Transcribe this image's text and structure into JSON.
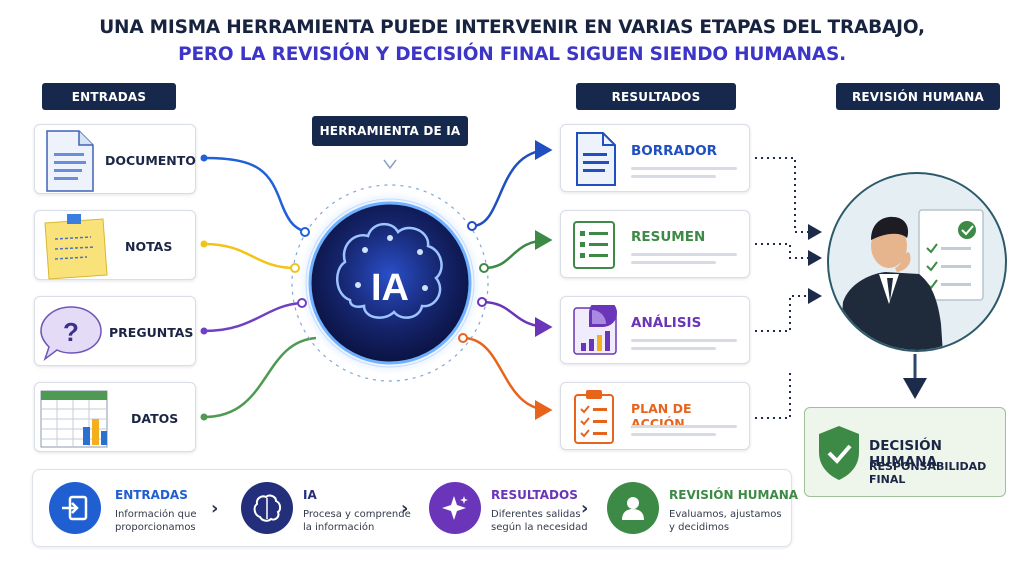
{
  "title": {
    "line1": "UNA MISMA HERRAMIENTA PUEDE INTERVENIR EN VARIAS ETAPAS DEL TRABAJO,",
    "line2": "PERO LA REVISIÓN Y DECISIÓN FINAL SIGUEN SIENDO HUMANAS."
  },
  "headers": {
    "inputs": "ENTRADAS",
    "results": "RESULTADOS",
    "human_review": "REVISIÓN HUMANA"
  },
  "tool": {
    "label": "HERRAMIENTA DE IA",
    "core": "IA"
  },
  "inputs": [
    {
      "label": "DOCUMENTO",
      "color": "#2060d8"
    },
    {
      "label": "NOTAS",
      "color": "#f2c318"
    },
    {
      "label": "PREGUNTAS",
      "color": "#6f3fc4"
    },
    {
      "label": "DATOS",
      "color": "#4e9a52"
    }
  ],
  "results": [
    {
      "label": "BORRADOR",
      "color": "#1f4fc0"
    },
    {
      "label": "RESUMEN",
      "color": "#3d8a46"
    },
    {
      "label": "ANÁLISIS",
      "color": "#6a35b8"
    },
    {
      "label": "PLAN DE ACCIÓN",
      "color": "#e8641c"
    }
  ],
  "decision": {
    "title": "DECISIÓN HUMANA",
    "subtitle": "RESPONSABILIDAD FINAL"
  },
  "steps": [
    {
      "title": "ENTRADAS",
      "desc1": "Información que",
      "desc2": "proporcionamos",
      "color": "#1f5fd1"
    },
    {
      "title": "IA",
      "desc1": "Procesa y comprende",
      "desc2": "la información",
      "color": "#232f7a"
    },
    {
      "title": "RESULTADOS",
      "desc1": "Diferentes salidas",
      "desc2": "según la necesidad",
      "color": "#6a35b8"
    },
    {
      "title": "REVISIÓN HUMANA",
      "desc1": "Evaluamos, ajustamos",
      "desc2": "y decidimos",
      "color": "#3d8a46"
    }
  ]
}
